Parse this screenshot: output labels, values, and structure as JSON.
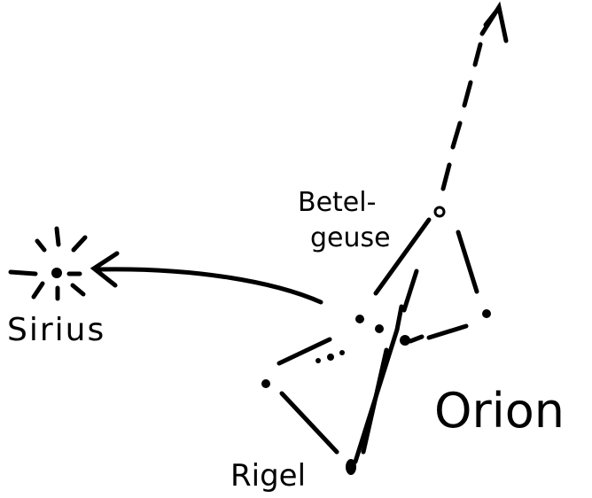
{
  "labels": {
    "betel_1": "Betel-",
    "betel_2": "geuse",
    "sirius": "Sirius",
    "orion": "Orion",
    "rigel": "Rigel"
  },
  "colors": {
    "ink": "#000000",
    "paper": "#ffffff"
  }
}
